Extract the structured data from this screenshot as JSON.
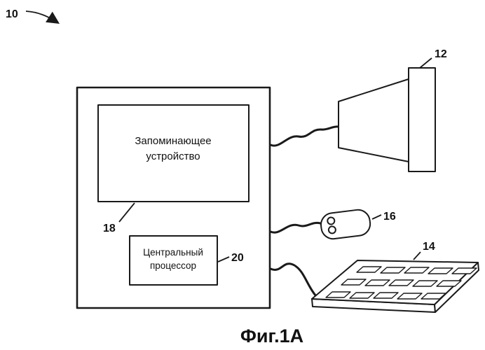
{
  "figure": {
    "ref": "10",
    "caption": "Фиг.1А"
  },
  "components": {
    "monitor": {
      "ref": "12"
    },
    "keyboard": {
      "ref": "14"
    },
    "mouse": {
      "ref": "16"
    },
    "memory": {
      "ref": "18",
      "line1": "Запоминающее",
      "line2": "устройство"
    },
    "cpu": {
      "ref": "20",
      "line1": "Центральный",
      "line2": "процессор"
    }
  },
  "colors": {
    "ink": "#1a1a1a",
    "paper": "#ffffff"
  }
}
